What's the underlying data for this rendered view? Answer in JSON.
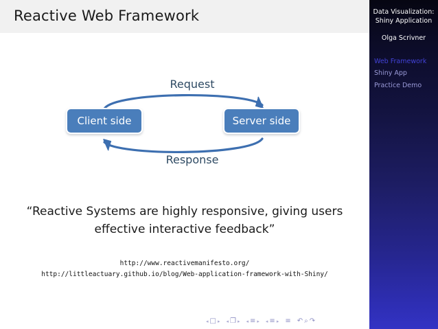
{
  "frame": {
    "title": "Reactive Web Framework"
  },
  "sidebar": {
    "title_line1": "Data Visualization:",
    "title_line2": "Shiny Application",
    "author": "Olga Scrivner",
    "items": [
      {
        "label": "Web Framework",
        "active": true
      },
      {
        "label": "Shiny App",
        "active": false
      },
      {
        "label": "Practice Demo",
        "active": false
      }
    ],
    "colors": {
      "active": "#4242d8",
      "inactive": "#9a9ad8",
      "gradient_top": "#060612",
      "gradient_bottom": "#3333c4"
    }
  },
  "diagram": {
    "request_label": "Request",
    "response_label": "Response",
    "client_label": "Client side",
    "server_label": "Server side",
    "colors": {
      "box_fill": "#4a7ebb",
      "box_text": "#ffffff",
      "arrow": "#3d6fb0",
      "label_text": "#2e4a63"
    }
  },
  "quote": {
    "line1": "“Reactive Systems are highly responsive, giving users",
    "line2": "effective interactive feedback”"
  },
  "references": {
    "url1": "http://www.reactivemanifesto.org/",
    "url2": "http://littleactuary.github.io/blog/Web-application-framework-with-Shiny/"
  },
  "navigation": {
    "slide_prev": "◂",
    "slide_icon": "□",
    "slide_next": "▸",
    "frame_prev": "◂",
    "frame_icon": "❐",
    "frame_next": "▸",
    "subsection_prev": "◂",
    "subsection_icon": "≡",
    "subsection_next": "▸",
    "section_prev": "◂",
    "section_icon": "≡",
    "section_next": "▸",
    "doc_icon": "≡",
    "back_icon": "↶",
    "search_icon": "⌕",
    "forward_icon": "↷"
  }
}
